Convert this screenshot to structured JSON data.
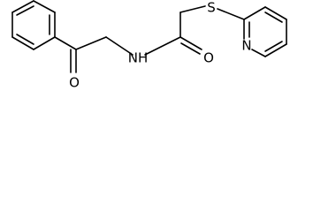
{
  "molecule": {
    "atoms": {
      "carbonyl_oxygen": "O",
      "amide_nitrogen": "NH",
      "amide_oxygen": "O",
      "sulfur": "S",
      "pyridine_nitrogen": "N"
    }
  },
  "colors": {
    "bond": "#000000",
    "background": "#ffffff"
  }
}
